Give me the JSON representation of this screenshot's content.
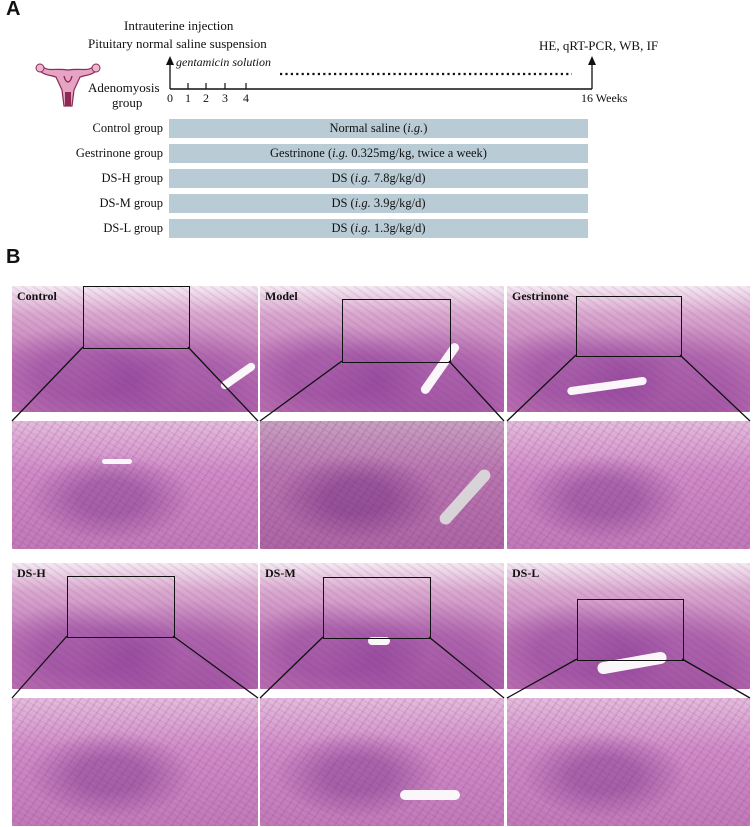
{
  "panel_a": {
    "letter": "A",
    "injection_line1": "Intrauterine injection",
    "injection_line2": "Pituitary normal saline suspension",
    "gentamicin": "gentamicin solution",
    "model_group_line1": "Adenomyosis",
    "model_group_line2": "group",
    "timeline_ticks": [
      "0",
      "1",
      "2",
      "3",
      "4"
    ],
    "end_label": "16 Weeks",
    "end_assays": "HE, qRT-PCR, WB, IF",
    "uterus_icon": "uterus-icon",
    "groups": [
      {
        "label": "Control group",
        "treatment_pre": "Normal saline (",
        "treatment_ital": "i.g.",
        "treatment_post": ")"
      },
      {
        "label": "Gestrinone group",
        "treatment_pre": "Gestrinone (",
        "treatment_ital": "i.g.",
        "treatment_post": " 0.325mg/kg, twice a week)"
      },
      {
        "label": "DS-H group",
        "treatment_pre": "DS (",
        "treatment_ital": "i.g.",
        "treatment_post": " 7.8g/kg/d)"
      },
      {
        "label": "DS-M group",
        "treatment_pre": "DS (",
        "treatment_ital": "i.g.",
        "treatment_post": " 3.9g/kg/d)"
      },
      {
        "label": "DS-L group",
        "treatment_pre": "DS (",
        "treatment_ital": "i.g.",
        "treatment_post": " 1.3g/kg/d)"
      }
    ],
    "bar_color": "#b9ccd6"
  },
  "panel_b": {
    "letter": "B",
    "top_row_labels": [
      "Control",
      "Model",
      "Gestrinone"
    ],
    "bottom_row_labels": [
      "DS-H",
      "DS-M",
      "DS-L"
    ],
    "stain_colors": {
      "light": "#f4eaf2",
      "tissue": "#c37fba",
      "dense": "#9d4f9e"
    }
  }
}
